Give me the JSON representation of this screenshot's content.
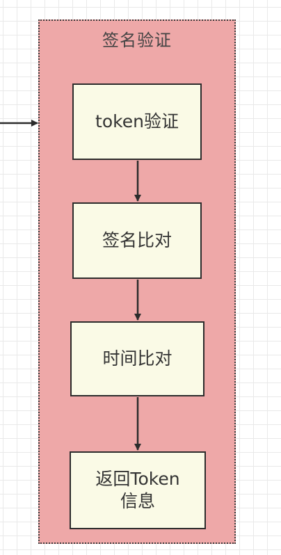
{
  "diagram": {
    "container": {
      "title": "签名验证",
      "fill": "#eea8a8"
    },
    "nodes": [
      {
        "id": "token-verify",
        "label": "token验证"
      },
      {
        "id": "sign-compare",
        "label": "签名比对"
      },
      {
        "id": "time-compare",
        "label": "时间比对"
      },
      {
        "id": "return-token",
        "label_lines": [
          "返回Token",
          "信息"
        ]
      }
    ],
    "edges": [
      {
        "from": "external",
        "to": "container"
      },
      {
        "from": "token-verify",
        "to": "sign-compare"
      },
      {
        "from": "sign-compare",
        "to": "time-compare"
      },
      {
        "from": "time-compare",
        "to": "return-token"
      }
    ],
    "colors": {
      "node_fill": "#fafae6",
      "stroke": "#2b2b2b"
    }
  }
}
